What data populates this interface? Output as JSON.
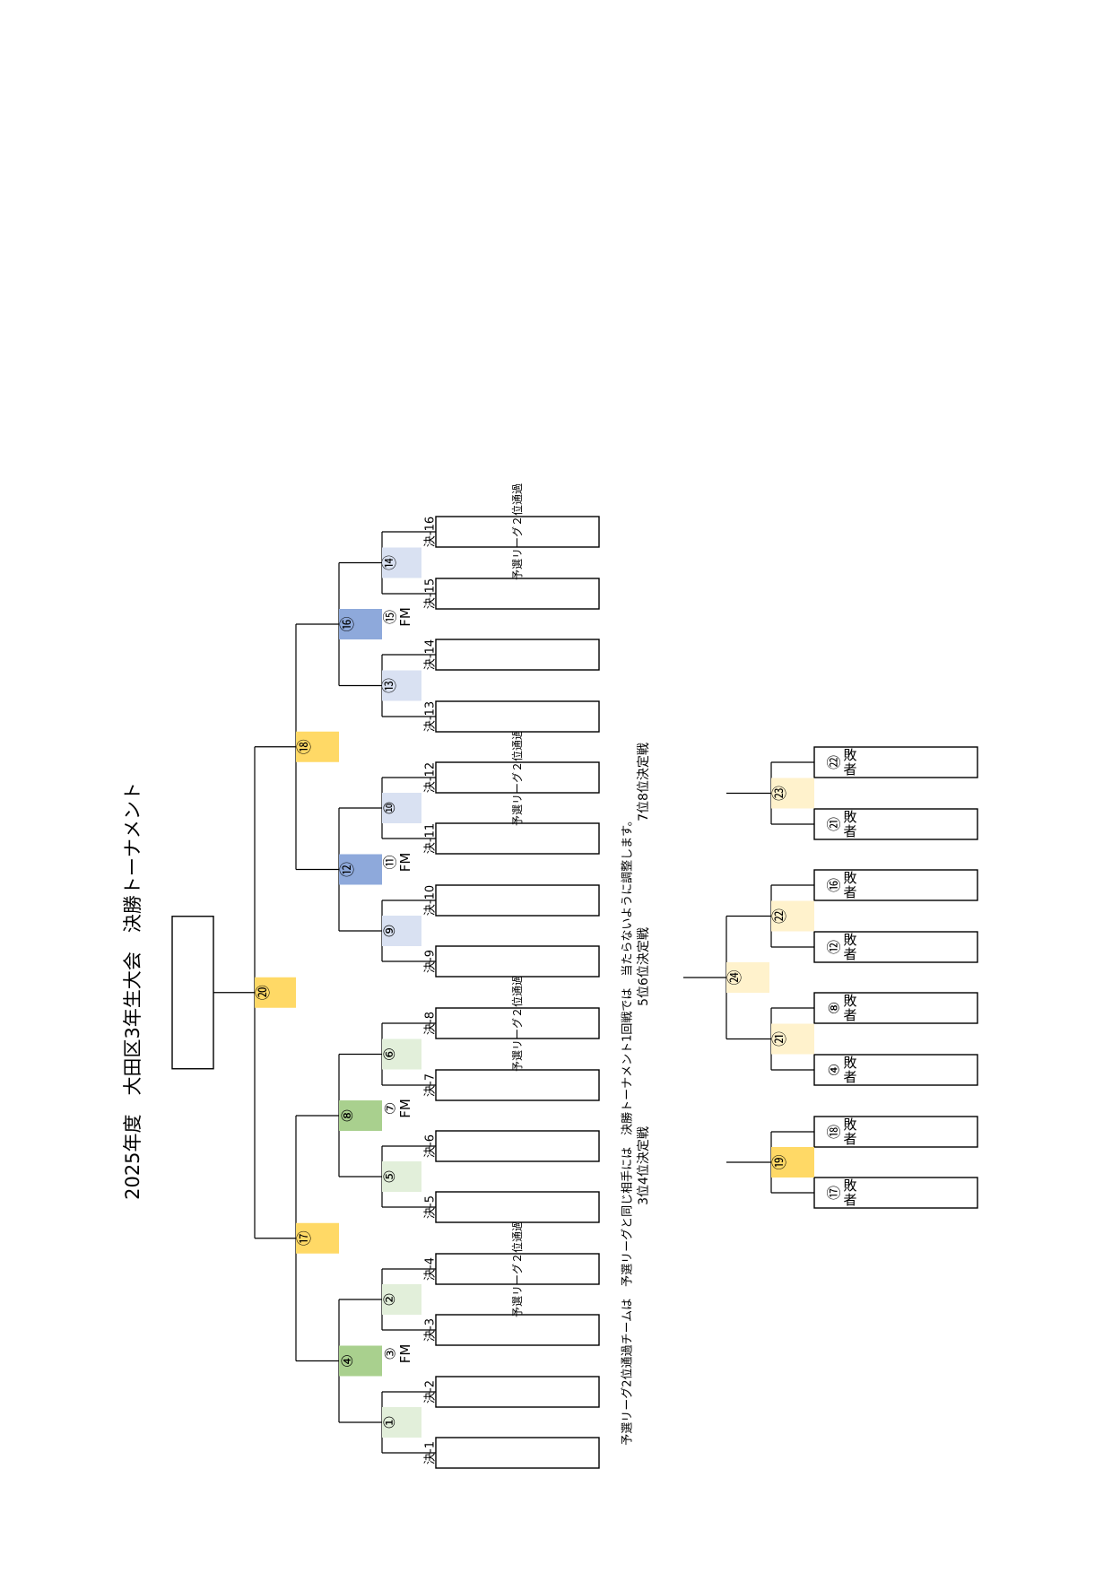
{
  "title": "2025年度　大田区3年生大会　決勝トーナメント",
  "colors": {
    "gold": "#FFD966",
    "gold_pale": "#FFF2CC",
    "blue_dark": "#8EA9DB",
    "blue_pale": "#D9E1F2",
    "green_dark": "#A9D08E",
    "green_pale": "#E2EFDA",
    "text": "#000000",
    "line": "#000000"
  },
  "champion_label": "",
  "fm_label": "FM",
  "loser_suffix": "敗者",
  "second_place_label": "予選リーグ２位通過",
  "slots": [
    {
      "code": "決-1",
      "team": ""
    },
    {
      "code": "決-2",
      "team": ""
    },
    {
      "code": "決-3",
      "team": ""
    },
    {
      "code": "決-4",
      "team": "予選リーグ２位通過"
    },
    {
      "code": "決-5",
      "team": ""
    },
    {
      "code": "決-6",
      "team": ""
    },
    {
      "code": "決-7",
      "team": ""
    },
    {
      "code": "決-8",
      "team": "予選リーグ２位通過"
    },
    {
      "code": "決-9",
      "team": ""
    },
    {
      "code": "決-10",
      "team": ""
    },
    {
      "code": "決-11",
      "team": ""
    },
    {
      "code": "決-12",
      "team": "予選リーグ２位通過"
    },
    {
      "code": "決-13",
      "team": ""
    },
    {
      "code": "決-14",
      "team": ""
    },
    {
      "code": "決-15",
      "team": ""
    },
    {
      "code": "決-16",
      "team": "予選リーグ２位通過"
    }
  ],
  "matches": {
    "r1": [
      "①",
      "②",
      "⑤",
      "⑥",
      "⑨",
      "⑩",
      "⑬",
      "⑭"
    ],
    "fm": [
      "③",
      "⑦",
      "⑪",
      "⑮"
    ],
    "qf": [
      "④",
      "⑧",
      "⑫",
      "⑯"
    ],
    "sf": [
      "⑰",
      "⑱"
    ],
    "final": "⑳"
  },
  "notes": {
    "line1": "予選リーグ2位通過チームは　予選リーグと同じ相手には　決勝トーナメント1回戦では　当たらないように調整します。",
    "third_place": "3位4位決定戦",
    "fifth_place": "5位6位決定戦",
    "seventh_place": "7位8位決定戦"
  },
  "placement": {
    "third": {
      "match": "⑲",
      "entrants": [
        "⑰",
        "⑱"
      ]
    },
    "fifth": {
      "semis": [
        "㉑",
        "㉒"
      ],
      "final": "㉔",
      "entrants": [
        "④",
        "⑧",
        "⑫",
        "⑯"
      ]
    },
    "seventh": {
      "match": "㉓",
      "entrants": [
        "㉑",
        "㉒"
      ]
    }
  }
}
